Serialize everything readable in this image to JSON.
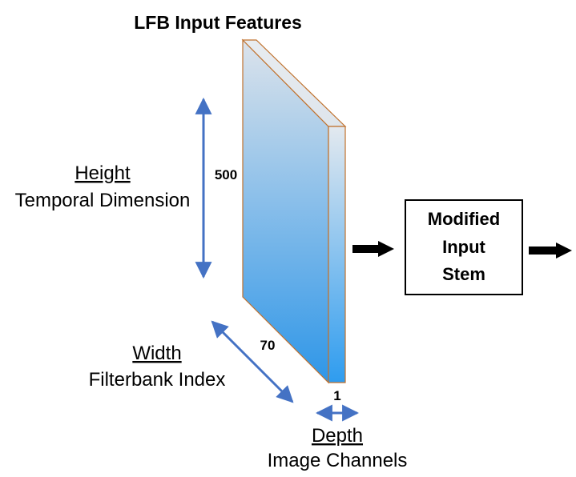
{
  "title": "LFB Input Features",
  "dimensions": {
    "height": {
      "label": "Height",
      "description": "Temporal Dimension",
      "value": "500"
    },
    "width": {
      "label": "Width",
      "description": "Filterbank Index",
      "value": "70"
    },
    "depth": {
      "label": "Depth",
      "description": "Image Channels",
      "value": "1"
    }
  },
  "block": {
    "lines": [
      "Modified",
      "Input",
      "Stem"
    ]
  },
  "colors": {
    "arrow_blue": "#4472C4",
    "tensor_edge": "#C0722E",
    "gradient_top": "#DCE3EB",
    "gradient_bottom": "#2E96E8"
  }
}
